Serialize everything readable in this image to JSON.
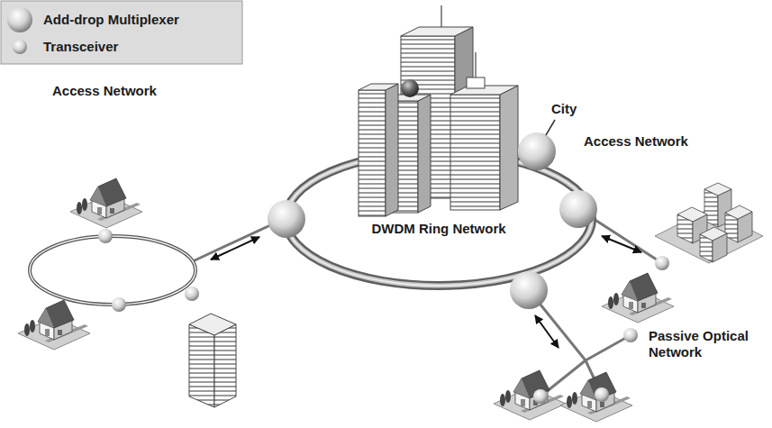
{
  "diagram": {
    "nodes": [
      {
        "text": [
          "DWDM Ring Network"
        ]
      }
    ],
    "labels": [
      "Access Network",
      "City",
      "Access Network",
      "Passive Optical Network"
    ],
    "legend": [
      {
        "text": "Add-drop Multiplexer"
      },
      {
        "text": "Transceiver"
      }
    ]
  }
}
